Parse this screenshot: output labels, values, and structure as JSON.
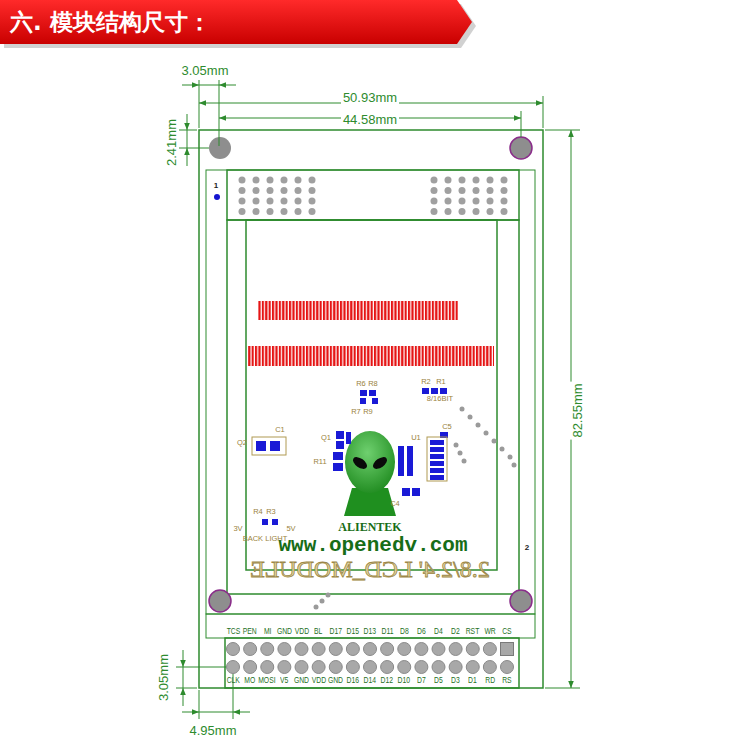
{
  "diagram": {
    "title": "六. 模块结构尺寸：",
    "labels": [
      "3.05mm",
      "50.93mm",
      "44.58mm",
      "2.41mm",
      "82.55mm",
      "3.05mm",
      "4.95mm",
      "1",
      "2",
      "ALIENTEK",
      "www.openedv.com",
      "2.8/2.4' LCD_MODULE",
      "TCS",
      "PEN",
      "MI",
      "GND",
      "VDD",
      "BL",
      "D17",
      "D15",
      "D13",
      "D11",
      "D8",
      "D6",
      "D4",
      "D2",
      "RST",
      "WR",
      "CS",
      "CLK",
      "MO",
      "MOSI",
      "V5",
      "GND",
      "VDD",
      "GND",
      "D16",
      "D14",
      "D12",
      "D10",
      "D7",
      "D5",
      "D3",
      "D1",
      "RD",
      "RS",
      "R2",
      "R1",
      "R6",
      "R8",
      "8/16BIT",
      "R7",
      "R9",
      "C5",
      "Q1",
      "R11",
      "U1",
      "C4",
      "C1",
      "Q2",
      "R4",
      "R3",
      "3V",
      "5V",
      "BACK LIGHT"
    ]
  }
}
